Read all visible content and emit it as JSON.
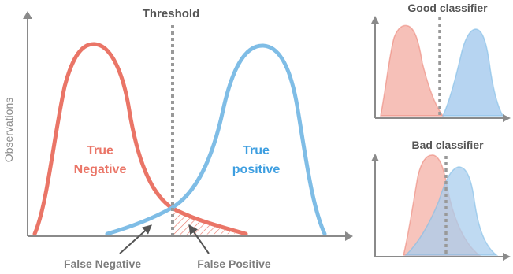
{
  "main": {
    "title": "Threshold",
    "ylabel": "Observations",
    "true_negative_line1": "True",
    "true_negative_line2": "Negative",
    "true_positive_line1": "True",
    "true_positive_line2": "positive",
    "false_negative": "False Negative",
    "false_positive": "False Positive"
  },
  "good": {
    "title": "Good classifier"
  },
  "bad": {
    "title": "Bad classifier"
  },
  "colors": {
    "axis": "#8a8a8a",
    "negative": "#ea7567",
    "positive": "#7fbde6",
    "threshold": "#999999",
    "label_gray": "#7d7d7d",
    "negative_fill": "#f5b5ab",
    "positive_fill": "#a9cdee"
  }
}
